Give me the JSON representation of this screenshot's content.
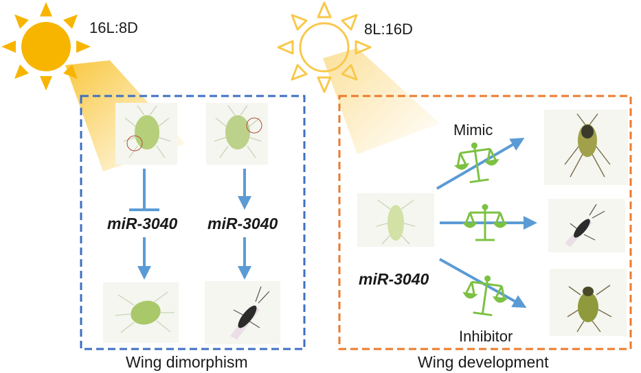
{
  "photoperiods": {
    "long_day": "16L:8D",
    "short_day": "8L:16D"
  },
  "wing_dimorphism": {
    "title": "Wing dimorphism",
    "left_mirna": "miR-3040",
    "right_mirna": "miR-3040"
  },
  "wing_development": {
    "title": "Wing development",
    "mirna": "miR-3040",
    "mimic_label": "Mimic",
    "inhibitor_label": "Inhibitor"
  },
  "colors": {
    "sun_long": "#f7b500",
    "sun_short": "#f9c84a",
    "left_box": "#3d6fc1",
    "right_box": "#ec7a2c",
    "arrow": "#5b9bd5",
    "balance": "#7cc142",
    "wingless_aphid": "#a9c86a",
    "winged_aphid": "#2b2b2b"
  },
  "icons": [
    "sun-icon",
    "balance-scale-icon",
    "wingless-aphid-icon",
    "winged-aphid-icon"
  ]
}
